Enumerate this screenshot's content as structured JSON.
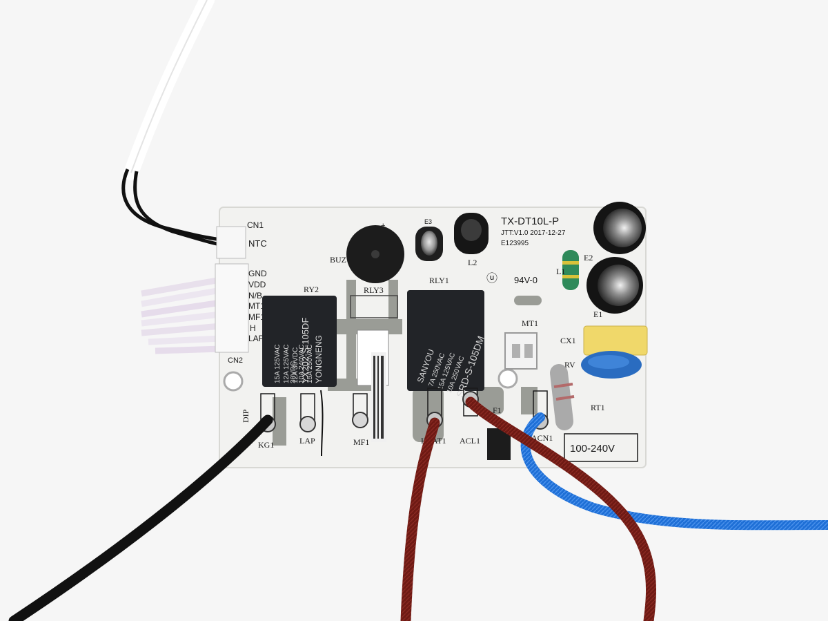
{
  "board": {
    "model": "TX-DT10L-P",
    "revision": "JTT:V1.0  2017-12-27",
    "cert_code": "E123995",
    "flammability": "94V-0",
    "voltage_label": "100-240V"
  },
  "connectors": {
    "cn1": "CN1",
    "ntc": "NTC",
    "cn2": "CN2",
    "cn2_pins": [
      "GND",
      "VDD",
      "N/B",
      "MT1",
      "MF1",
      "H",
      "LAP"
    ]
  },
  "components": {
    "buz": "BUZ",
    "rly3": "RLY3",
    "ry2": "RY2",
    "rly1": "RLY1",
    "l2": "L2",
    "l1": "L1",
    "e2": "E2",
    "e1": "E1",
    "mt1": "MT1",
    "cx": "CX1",
    "rv": "RV",
    "rt1": "RT1",
    "f1": "F1",
    "dip": "DIP",
    "e3": "E3"
  },
  "terminals": [
    "KG1",
    "LAP",
    "MF1",
    "HEAT1",
    "ACL1",
    "ACN1"
  ],
  "relays": {
    "left": {
      "brand": "YONGNENG",
      "lines": [
        "15A 125VAC",
        "12A 125VAC",
        "12A 30VDC",
        "YX202-S-105DF"
      ],
      "lines_right": [
        "15A 250VAC",
        "10A 240VAC",
        "30VDC"
      ]
    },
    "right": {
      "brand": "SANYOU",
      "lines": [
        "7A 250VAC",
        "15A 125VAC",
        "10A 250VAC",
        "SRD-S-105DM"
      ]
    }
  },
  "colors": {
    "background": "#f6f6f6",
    "pcb": "#f2f2f0",
    "relay": "#222428",
    "wire_red": "#6e1a14",
    "wire_blue": "#1e6fd6",
    "wire_black": "#111111",
    "capacitor_yellow": "#f0d86a",
    "inductor_green": "#2f8a5a"
  }
}
